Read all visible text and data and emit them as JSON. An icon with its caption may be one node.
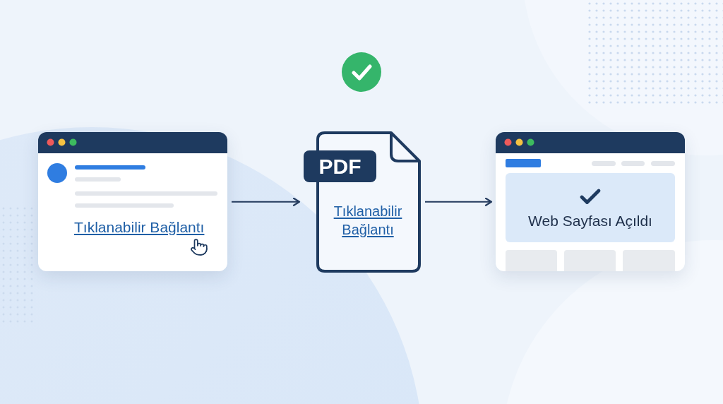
{
  "diagram": {
    "nodes": [
      {
        "text": [
          "Tıklanabilir Bağlantı"
        ]
      },
      {
        "text": [
          "PDF",
          "Tıklanabilir Bağlantı"
        ]
      },
      {
        "text": [
          "Web Sayfası Açıldı"
        ]
      }
    ],
    "edges": [
      {
        "from": 0,
        "to": 1,
        "arrow": "to"
      },
      {
        "from": 1,
        "to": 2,
        "arrow": "to"
      }
    ]
  }
}
